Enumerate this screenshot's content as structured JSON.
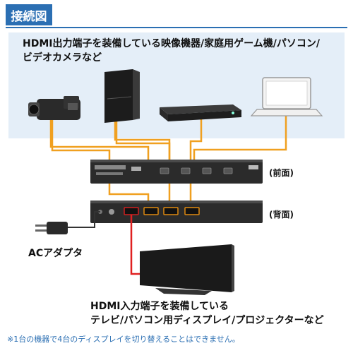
{
  "title": "接続図",
  "sources": {
    "caption_line1": "HDMI出力端子を装備している映像機器/家庭用ゲーム機/パソコン/",
    "caption_line2": "ビデオカメラなど",
    "devices": [
      "video-camera-icon",
      "game-console-icon",
      "blu-ray-player-icon",
      "laptop-icon"
    ]
  },
  "switcher": {
    "front_label": "(前面)",
    "back_label": "(背面)"
  },
  "adapter": {
    "label": "ACアダプタ"
  },
  "display": {
    "caption_line1": "HDMI入力端子を装備している",
    "caption_line2": "テレビ/パソコン用ディスプレイ/プロジェクターなど"
  },
  "note": "※1台の機器で4台のディスプレイを切り替えることはできません。",
  "colors": {
    "accent": "#2b6fb3",
    "panel": "#e4eef8",
    "input_cable": "#f0a020",
    "output_cable": "#e02020"
  }
}
